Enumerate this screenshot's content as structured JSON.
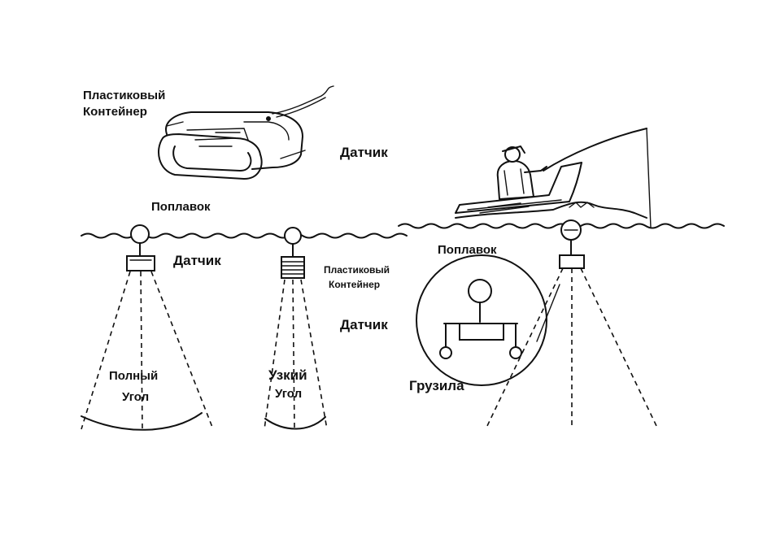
{
  "labels": {
    "container_top": [
      "Пластиковый",
      "Контейнер"
    ],
    "sensor_top": "Датчик",
    "float_top": "Поплавок",
    "sensor_left": "Датчик",
    "container_mid": [
      "Пластиковый",
      "Контейнер"
    ],
    "float_right": "Поплавок",
    "sensor_right": "Датчик",
    "sinkers": "Грузила",
    "wide_angle": [
      "Полный",
      "Угол"
    ],
    "narrow_angle": [
      "Узкий",
      "Угол"
    ]
  },
  "colors": {
    "ink": "#111111",
    "background": "#ffffff"
  }
}
